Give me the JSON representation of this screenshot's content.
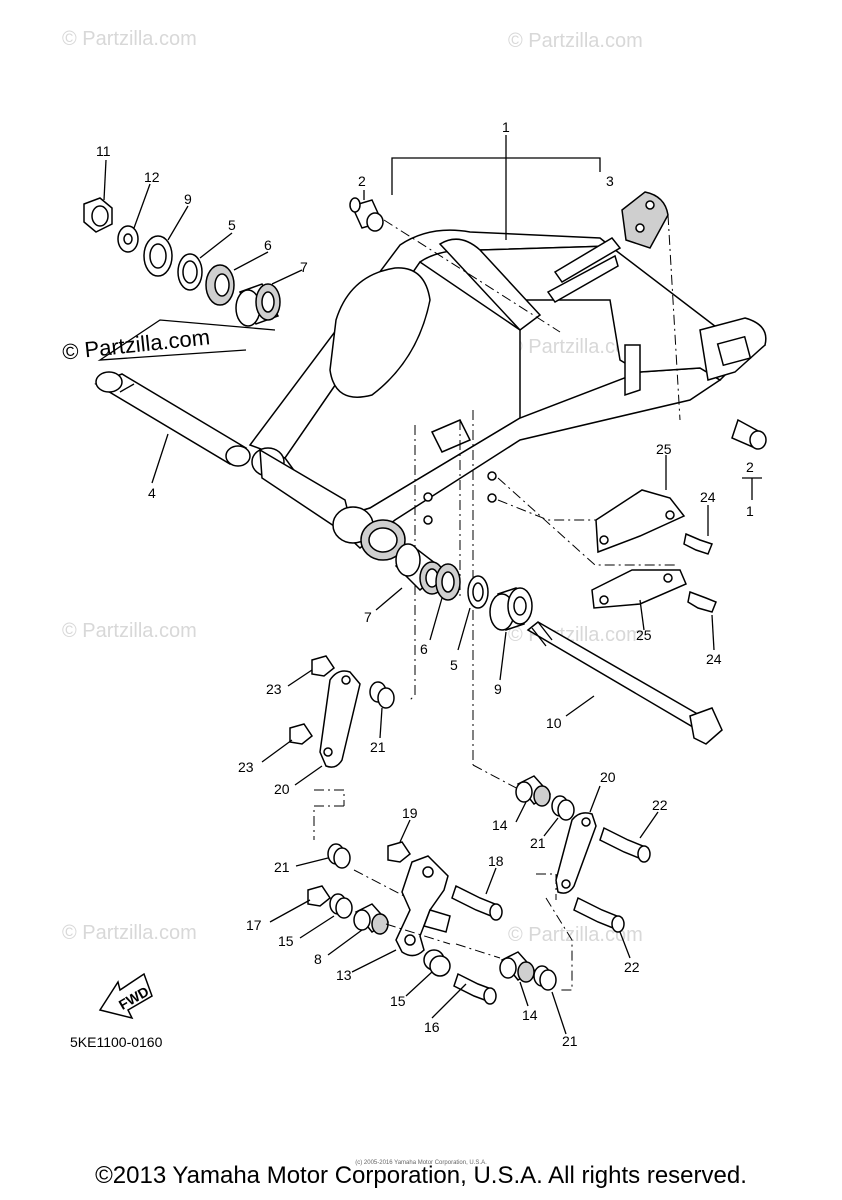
{
  "watermarks": {
    "text": "© Partzilla.com"
  },
  "callouts": {
    "c1_top": "1",
    "c2_top": "2",
    "c3": "3",
    "c11": "11",
    "c12": "12",
    "c9_top": "9",
    "c5_top": "5",
    "c6_top": "6",
    "c7_top": "7",
    "c4": "4",
    "c25_top": "25",
    "c24_top": "24",
    "c2_right": "2",
    "c1_right": "1",
    "c25_bot": "25",
    "c24_bot": "24",
    "c7_mid": "7",
    "c6_mid": "6",
    "c5_mid": "5",
    "c9_mid": "9",
    "c10": "10",
    "c23_top": "23",
    "c21_a": "21",
    "c23_bot": "23",
    "c20_left": "20",
    "c20_right": "20",
    "c22_top": "22",
    "c14_top": "14",
    "c21_b": "21",
    "c19": "19",
    "c18": "18",
    "c21_c": "21",
    "c17": "17",
    "c15_a": "15",
    "c8": "8",
    "c13": "13",
    "c15_b": "15",
    "c16": "16",
    "c14_bot": "14",
    "c21_d": "21",
    "c22_bot": "22"
  },
  "fwd_label": "FWD",
  "diagram_code": "5KE1100-0160",
  "tiny_copyright": "(c) 2005-2016 Yamaha Motor Corporation, U.S.A.",
  "copyright": "©2013 Yamaha Motor Corporation, U.S.A. All rights reserved."
}
